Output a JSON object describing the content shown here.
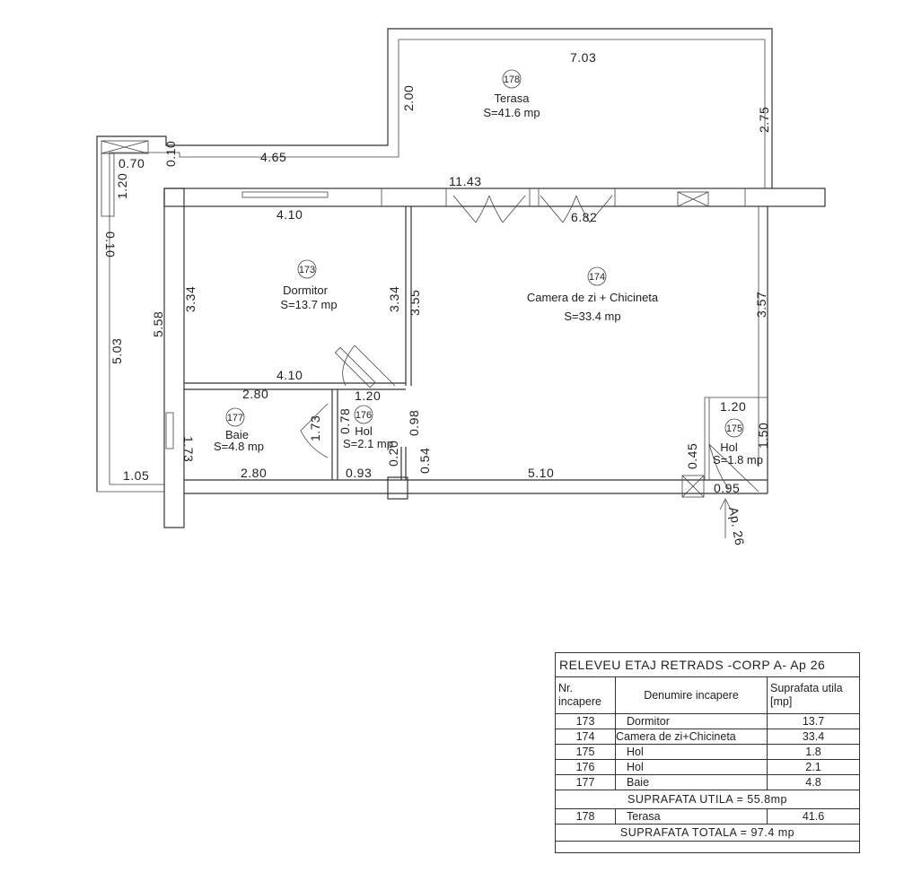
{
  "plan": {
    "dimensions": {
      "terrace_width": "7.03",
      "terrace_left_height": "2.00",
      "terrace_right_height": "2.75",
      "parapet_thickness_top": "0.10",
      "parapet_length": "4.65",
      "overall_width": "11.43",
      "small_window_w": "0.70",
      "small_window_h": "1.20",
      "parapet_thickness_left": "0.10",
      "bedroom_top": "4.10",
      "living_window": "6.82",
      "bedroom_left": "3.34",
      "bedroom_right": "3.34",
      "inner_wall": "3.55",
      "living_right": "3.57",
      "outer_left": "5.03",
      "total_left": "5.58",
      "bedroom_bottom": "4.10",
      "bath_top": "2.80",
      "hall176_top": "1.20",
      "hall175_top": "1.20",
      "bath_left": "1.73",
      "hall176_door": "1.73",
      "hall176_w": "0.78",
      "hall176_right": "0.98",
      "hall175_right": "1.50",
      "hall175_left": "0.45",
      "small_wall": "0.20",
      "hall176_bottom_right": "0.54",
      "terrace_bottom": "1.05",
      "bath_bottom": "2.80",
      "hall176_bottom": "0.93",
      "living_bottom": "5.10",
      "hall175_bottom": "0.95"
    },
    "rooms": [
      {
        "number": "178",
        "name": "Terasa",
        "area": "S=41.6 mp"
      },
      {
        "number": "173",
        "name": "Dormitor",
        "area": "S=13.7 mp"
      },
      {
        "number": "174",
        "name": "Camera de zi + Chicineta",
        "area": "S=33.4 mp"
      },
      {
        "number": "177",
        "name": "Baie",
        "area": "S=4.8 mp"
      },
      {
        "number": "176",
        "name": "Hol",
        "area": "S=2.1 mp"
      },
      {
        "number": "175",
        "name": "Hol",
        "area": "S=1.8 mp"
      }
    ],
    "entrance_label": "Ap. 26"
  },
  "legend": {
    "title": "RELEVEU ETAJ RETRADS -CORP A- Ap 26",
    "headers": {
      "nr": "Nr. incapere",
      "name": "Denumire incapere",
      "area": "Suprafata utila [mp]"
    },
    "rows": [
      {
        "nr": "173",
        "name": "Dormitor",
        "area": "13.7"
      },
      {
        "nr": "174",
        "name": "Camera de zi+Chicineta",
        "area": "33.4"
      },
      {
        "nr": "175",
        "name": "Hol",
        "area": "1.8"
      },
      {
        "nr": "176",
        "name": "Hol",
        "area": "2.1"
      },
      {
        "nr": "177",
        "name": "Baie",
        "area": "4.8"
      }
    ],
    "useful_total": "SUPRAFATA UTILA   = 55.8mp",
    "terrace_row": {
      "nr": "178",
      "name": "Terasa",
      "area": "41.6"
    },
    "grand_total": "SUPRAFATA TOTALA  = 97.4 mp"
  }
}
